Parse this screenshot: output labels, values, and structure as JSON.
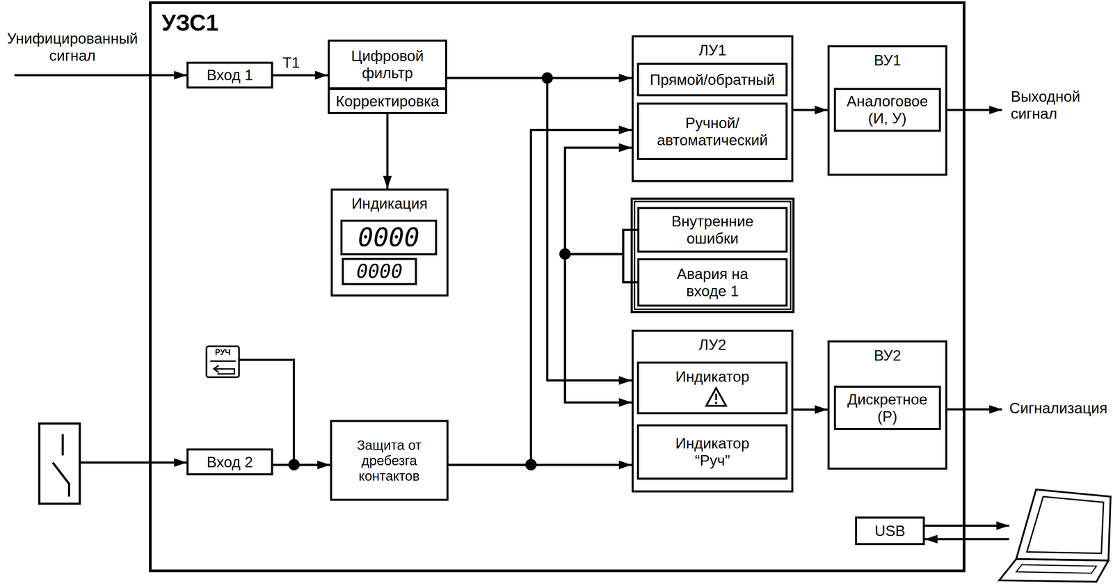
{
  "diagram": {
    "nodes": [
      {
        "text": [
          "УЗС1"
        ]
      },
      {
        "text": [
          "Вход 1"
        ],
        "in": 0
      },
      {
        "text": [
          "Цифровой фильтр"
        ],
        "in": 0
      },
      {
        "text": [
          "Корректировка"
        ],
        "in": 0
      },
      {
        "text": [
          "Индикация"
        ],
        "in": 0
      },
      {
        "text": [
          "0000"
        ],
        "in": 4
      },
      {
        "text": [
          "0000"
        ],
        "in": 4
      },
      {
        "text": [
          "ЛУ1"
        ],
        "in": 0
      },
      {
        "text": [
          "Прямой/обратный"
        ],
        "in": 7
      },
      {
        "text": [
          "Ручной/ автоматический"
        ],
        "in": 7
      },
      {
        "text": [
          "ВУ1"
        ],
        "in": 0
      },
      {
        "text": [
          "Аналоговое (И, У)"
        ],
        "in": 10
      },
      {
        "text": [
          "Внутренние ошибки"
        ],
        "in": 0
      },
      {
        "text": [
          "Авария на входе 1"
        ],
        "in": 0
      },
      {
        "text": [
          "РУЧ"
        ],
        "in": 0
      },
      {
        "text": [
          "Вход 2"
        ],
        "in": 0
      },
      {
        "text": [
          "Защита от дребезга контактов"
        ],
        "in": 0
      },
      {
        "text": [
          "ЛУ2"
        ],
        "in": 0
      },
      {
        "text": [
          "Индикатор"
        ],
        "in": 17
      },
      {
        "text": [
          "Индикатор “Руч”"
        ],
        "in": 17
      },
      {
        "text": [
          "ВУ2"
        ],
        "in": 0
      },
      {
        "text": [
          "Дискретное (Р)"
        ],
        "in": 20
      },
      {
        "text": [
          "USB"
        ],
        "in": 0
      }
    ],
    "edges": [
      {
        "from": 1,
        "to": 2,
        "arrow": "to",
        "label": "Т1"
      },
      {
        "from": 3,
        "to": 4,
        "arrow": "to"
      },
      {
        "from": 2,
        "to": 7,
        "arrow": "to"
      },
      {
        "from": 2,
        "to": 17,
        "arrow": "to"
      },
      {
        "from": 16,
        "to": 7,
        "arrow": "to"
      },
      {
        "from": 16,
        "to": 17,
        "arrow": "to"
      },
      {
        "from": 12,
        "to": 7,
        "arrow": "to"
      },
      {
        "from": 12,
        "to": 17,
        "arrow": "to"
      },
      {
        "from": 13,
        "to": 7,
        "arrow": "to"
      },
      {
        "from": 13,
        "to": 17,
        "arrow": "to"
      },
      {
        "from": 15,
        "to": 16,
        "arrow": "to"
      },
      {
        "from": 14,
        "to": 16,
        "arrow": "to"
      },
      {
        "from": 7,
        "to": 10,
        "arrow": "to"
      },
      {
        "from": 17,
        "to": 20,
        "arrow": "to"
      }
    ],
    "labels": [
      "Унифицированный сигнал",
      "Выходной сигнал",
      "Сигнализация"
    ]
  }
}
